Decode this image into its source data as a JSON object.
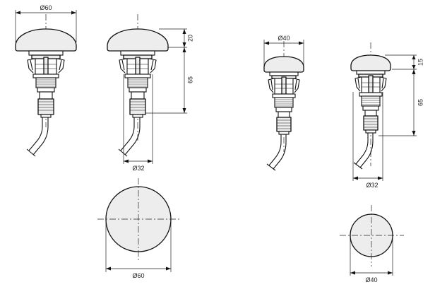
{
  "drawing": {
    "large_button": {
      "head_diameter": "Ø60",
      "head_height": "20",
      "body_height": "65",
      "body_diameter": "Ø32",
      "plan_diameter": "Ø60"
    },
    "small_button": {
      "head_diameter": "Ø40",
      "head_height": "15",
      "body_height": "65",
      "body_diameter": "Ø32",
      "plan_diameter": "Ø40"
    }
  }
}
